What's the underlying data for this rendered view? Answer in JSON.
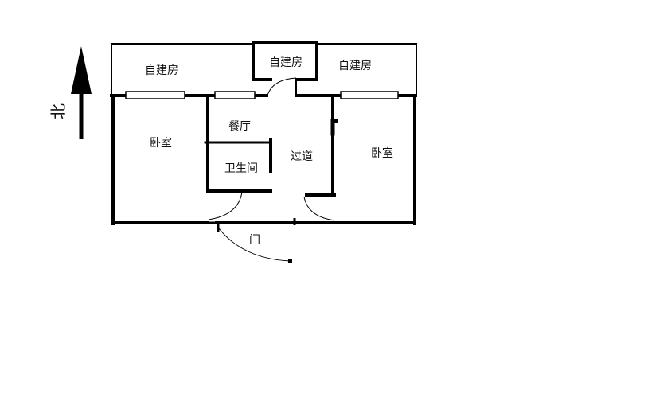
{
  "rooms": {
    "annex_left": "自建房",
    "annex_mid": "自建房",
    "annex_right": "自建房",
    "bedroom_left": "卧室",
    "dining": "餐厅",
    "bathroom": "卫生间",
    "corridor": "过道",
    "bedroom_right": "卧室",
    "entrance": "门"
  },
  "compass": {
    "label": "北",
    "icon": "north-arrow-icon"
  }
}
